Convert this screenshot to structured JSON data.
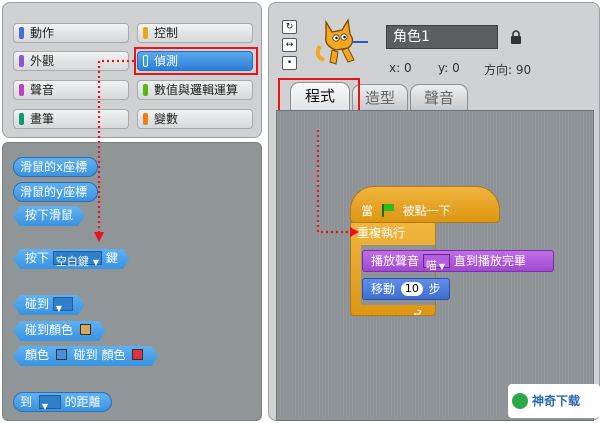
{
  "categories": [
    {
      "label": "動作",
      "color": "#4a6cd4"
    },
    {
      "label": "控制",
      "color": "#e1a91a"
    },
    {
      "label": "外觀",
      "color": "#8a55d7"
    },
    {
      "label": "偵測",
      "color": "#2ca5e2"
    },
    {
      "label": "聲音",
      "color": "#bb42c3"
    },
    {
      "label": "數值與邏輯運算",
      "color": "#5cb712"
    },
    {
      "label": "畫筆",
      "color": "#0e9a6c"
    },
    {
      "label": "變數",
      "color": "#ee7d16"
    }
  ],
  "palette_blocks": {
    "mouse_x": "滑鼠的x座標",
    "mouse_y": "滑鼠的y座標",
    "mouse_down": "按下滑鼠",
    "key_pressed_prefix": "按下",
    "key_pressed_value": "空白鍵",
    "key_pressed_suffix": "鍵",
    "touching": "碰到",
    "touching_color": "碰到顏色",
    "color_prefix": "顏色",
    "color_touching": "碰到 顏色",
    "distance_prefix": "到",
    "distance_suffix": "的距離",
    "swatch_tan": "#d9a65a",
    "swatch_blue": "#4d8ed8",
    "swatch_red": "#e0323c"
  },
  "sprite": {
    "name": "角色1",
    "x_label": "x: 0",
    "y_label": "y: 0",
    "direction_label": "方向: 90"
  },
  "tabs": [
    {
      "label": "程式",
      "active": true
    },
    {
      "label": "造型",
      "active": false
    },
    {
      "label": "聲音",
      "active": false
    }
  ],
  "script": {
    "hat_prefix": "當",
    "hat_suffix": "被點一下",
    "forever": "重複執行",
    "play_prefix": "播放聲音",
    "play_value": "喵",
    "play_suffix": "直到播放完畢",
    "move_prefix": "移動",
    "move_value": "10",
    "move_suffix": "步"
  },
  "watermark": {
    "text": "神奇下载"
  },
  "colors": {
    "highlight_red": "#e8141a",
    "sensing_blue": "#3a93e0",
    "control_orange": "#e6a62a"
  }
}
